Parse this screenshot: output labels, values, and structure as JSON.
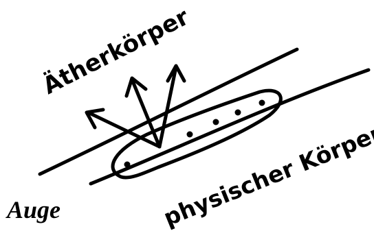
{
  "labels": {
    "aether_body": "Ätherkörper",
    "physical_body": "physischer Körper",
    "eye": "Auge"
  },
  "colors": {
    "ink": "#000000",
    "paper": "#ffffff"
  }
}
